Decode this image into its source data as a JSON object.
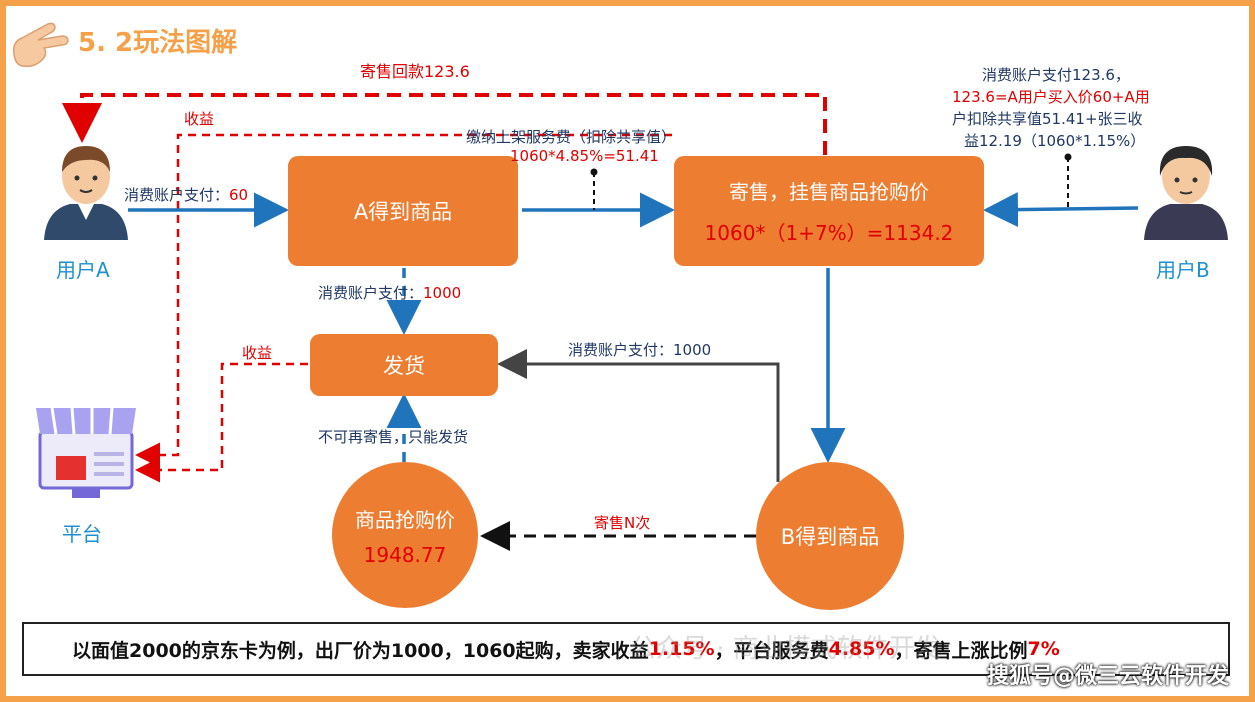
{
  "title": "5. 2玩法图解",
  "nodes": {
    "a_gets": "A得到商品",
    "consign_line1": "寄售，挂售商品抢购价",
    "consign_line2": "1060*（1+7%）=1134.2",
    "ship": "发货",
    "rush_price_label": "商品抢购价",
    "rush_price_value": "1948.77",
    "b_gets": "B得到商品"
  },
  "actors": {
    "user_a": "用户A",
    "user_b": "用户B",
    "platform": "平台"
  },
  "labels": {
    "consign_refund": "寄售回款123.6",
    "income_top": "收益",
    "income_mid": "收益",
    "a_pay_prefix": "消费账户支付：",
    "a_pay_value": "60",
    "service_fee_line1": "缴纳上架服务费（扣除共享值）",
    "service_fee_line2": "1060*4.85%=51.41",
    "b_pay_line1": "消费账户支付123.6，",
    "b_pay_line2": "123.6=A用户买入价60+A用",
    "b_pay_line3": "户扣除共享值51.41+张三收",
    "b_pay_line4": "益12.19（1060*1.15%）",
    "a_ship_pay_prefix": "消费账户支付：",
    "a_ship_pay_value": "1000",
    "b_ship_pay": "消费账户支付：1000",
    "no_resell": "不可再寄售，只能发货",
    "resell_n": "寄售N次"
  },
  "footer": {
    "part1": "以面值2000的京东卡为例，出厂价为1000，1060起购，卖家收益",
    "seller_rate": "1.15%",
    "part2": "，平台服务费",
    "fee_rate": "4.85%",
    "part3": "，寄售上涨比例",
    "rise_rate": "7%"
  },
  "watermarks": {
    "faint": "公众号 · 商业模式软件开发",
    "source": "搜狐号@微三云软件开发"
  },
  "colors": {
    "accent": "#ED7D31",
    "title": "#F5A14A",
    "arrow_blue": "#1F74BB",
    "dashed_red": "#E00000",
    "user_label": "#1E90D0"
  }
}
